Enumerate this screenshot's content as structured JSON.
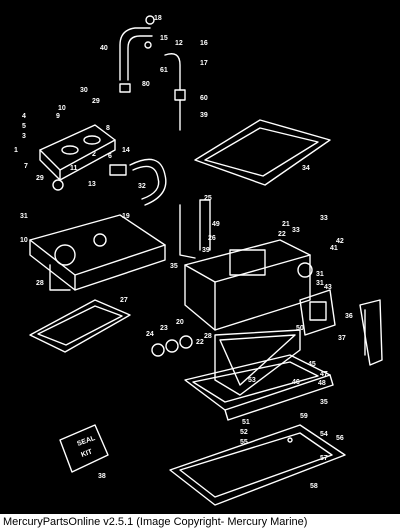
{
  "callouts": [
    "18",
    "15",
    "12",
    "16",
    "40",
    "61",
    "17",
    "60",
    "80",
    "39",
    "30",
    "29",
    "10",
    "4",
    "5",
    "3",
    "9",
    "1",
    "7",
    "8",
    "2",
    "11",
    "6",
    "29",
    "13",
    "14",
    "32",
    "19",
    "33",
    "31",
    "10",
    "34",
    "35",
    "25",
    "21",
    "22",
    "26",
    "39",
    "33",
    "41",
    "42",
    "31",
    "31",
    "27",
    "43",
    "28",
    "20",
    "28",
    "24",
    "23",
    "22",
    "35",
    "36",
    "37",
    "45",
    "47",
    "48",
    "46",
    "51",
    "52",
    "59",
    "54",
    "56",
    "57",
    "58",
    "38",
    "49",
    "53",
    "55",
    "50"
  ],
  "seal_kit_label": [
    "SEAL",
    "KIT"
  ],
  "footer": "MercuryPartsOnline v2.5.1 (Image Copyright- Mercury Marine)"
}
